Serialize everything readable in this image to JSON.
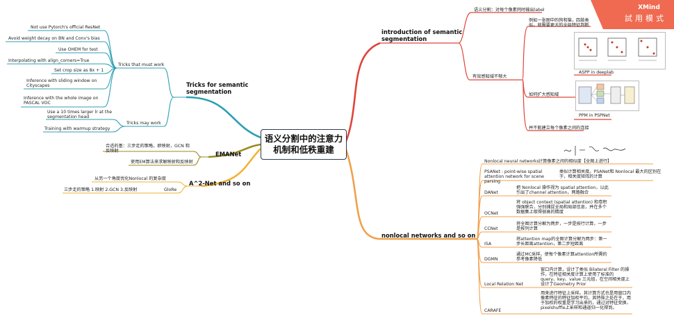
{
  "central_topic": "语义分割中的注意力机制和低秩重建",
  "badge": {
    "line1": "XMind",
    "line2": "試用模式"
  },
  "colors": {
    "intro": "#e0433a",
    "nonlocal": "#f0a04b",
    "tricks": "#2b9fb3",
    "emanet": "#9b8a1e",
    "a2net": "#f2b233"
  },
  "branches": {
    "intro": {
      "label": "introduction of semantic segmentation",
      "children": {
        "task": "语义分割：对每个像素同时输出label",
        "receptive": {
          "label": "有效感知域不够大",
          "example": "例如一张图中的狗和猫，四肢类似，就需要更大的全局特征判断",
          "aspp_caption": "ASPP in deeplab",
          "enlarge": "如何扩大感知域",
          "ppm_caption": "PPM in PSPNet",
          "no_relation": "并不能建立每个像素之间的连接"
        }
      }
    },
    "nonlocal": {
      "label": "nonlocal networks and so on",
      "items": [
        {
          "name": "Nonlocal neural networks",
          "desc": "计算像素之间的相似度【全图上进行】"
        },
        {
          "name": "PSANet : point-wise spatial attention network for scene parsing",
          "desc": "类似计算相关度。PSANet和 Nonlocal 最大的区别在于，相关度矩阵的计算"
        },
        {
          "name": "DANet",
          "desc": "把 Nonlocal 操作视为 spatial attention，以此引出了channel attention，两路融合"
        },
        {
          "name": "OCNet",
          "desc": "将 object context (spatial attention) 和卷积强强联合，分别捕捉全局和局部信息，并在多个数据集上取得很高的精度"
        },
        {
          "name": "CCNet",
          "desc": "将全图计算分解为两步，一步是按行计算，一步是按列计算"
        },
        {
          "name": "ISA",
          "desc": "将attention map的全图计算分解为两步：第一步长距离attention，第二步短距离"
        },
        {
          "name": "DGMN",
          "desc": "通过MC采样，使每个像素计算attention所需的参考像素降低"
        },
        {
          "name": "Local Relation Net",
          "desc": "窗口内计算，设计了类似 Bilateral Filter 的操作，在特征相关度计算上使用了标准的 query、key、value 三元组，在空间相关度上设计了Geometry Prior"
        },
        {
          "name": "CARAFE",
          "desc": "用来进行特征上采样。其计算方式也是用窗口内像素特征的特征加权平均，其特殊之处在于，用于加权的权重是学习出来的，通过对特征变换、pixelshuffle上采样和通道归一化得到。"
        }
      ]
    },
    "tricks": {
      "label": "Tricks for semantic segmentation",
      "must": {
        "label": "Tricks that must work",
        "items": [
          "Not use Pytorch's official ResNet",
          "Avoid weight decay on BN and Conv's bias",
          "Use OHEM for test",
          "Interpolating with align_corners=True",
          "Set crop size as 8x + 1",
          "Inference with sliding window on Cityscapes",
          "Inference with the whole image on PASCAL VOC"
        ]
      },
      "may": {
        "label": "Tricks may work",
        "items": [
          "Use a 10 times larger lr at the segmentation head",
          "Training with warmup strategy"
        ]
      }
    },
    "emanet": {
      "label": "EMANet",
      "items": [
        "合适的基：三步走的策略，即映射，GCN 和反映射",
        "使用EM算法来求解映射和反映射"
      ]
    },
    "a2net": {
      "label": "A^2-Net and so on",
      "items": [
        "从另一个角度优化Nonlocal 的复杂度"
      ],
      "glore": {
        "label": "GloRe",
        "desc": "三步走的策略 1.映射 2.GCN 3.反映射"
      }
    }
  }
}
